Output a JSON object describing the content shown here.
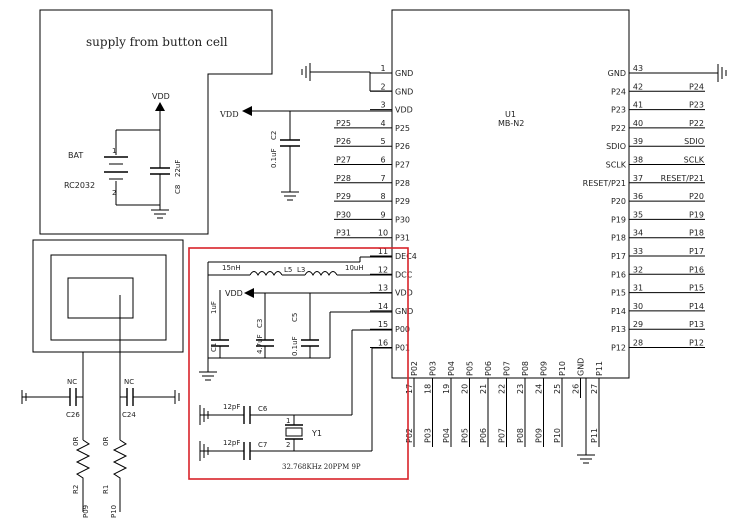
{
  "supply_label": "supply from button cell",
  "module": {
    "ref": "U1",
    "part": "MB-N2"
  },
  "left_pins": [
    {
      "num": "1",
      "name": "GND",
      "net": ""
    },
    {
      "num": "2",
      "name": "GND",
      "net": ""
    },
    {
      "num": "3",
      "name": "VDD",
      "net": ""
    },
    {
      "num": "4",
      "name": "P25",
      "net": "P25"
    },
    {
      "num": "5",
      "name": "P26",
      "net": "P26"
    },
    {
      "num": "6",
      "name": "P27",
      "net": "P27"
    },
    {
      "num": "7",
      "name": "P28",
      "net": "P28"
    },
    {
      "num": "8",
      "name": "P29",
      "net": "P29"
    },
    {
      "num": "9",
      "name": "P30",
      "net": "P30"
    },
    {
      "num": "10",
      "name": "P31",
      "net": "P31"
    },
    {
      "num": "11",
      "name": "DEC4",
      "net": ""
    },
    {
      "num": "12",
      "name": "DCC",
      "net": ""
    },
    {
      "num": "13",
      "name": "VDD",
      "net": ""
    },
    {
      "num": "14",
      "name": "GND",
      "net": ""
    },
    {
      "num": "15",
      "name": "P00",
      "net": ""
    },
    {
      "num": "16",
      "name": "P01",
      "net": ""
    }
  ],
  "right_pins": [
    {
      "num": "43",
      "name": "GND",
      "net": ""
    },
    {
      "num": "42",
      "name": "P24",
      "net": "P24"
    },
    {
      "num": "41",
      "name": "P23",
      "net": "P23"
    },
    {
      "num": "40",
      "name": "P22",
      "net": "P22"
    },
    {
      "num": "39",
      "name": "SDIO",
      "net": "SDIO"
    },
    {
      "num": "38",
      "name": "SCLK",
      "net": "SCLK"
    },
    {
      "num": "37",
      "name": "RESET/P21",
      "net": "RESET/P21"
    },
    {
      "num": "36",
      "name": "P20",
      "net": "P20"
    },
    {
      "num": "35",
      "name": "P19",
      "net": "P19"
    },
    {
      "num": "34",
      "name": "P18",
      "net": "P18"
    },
    {
      "num": "33",
      "name": "P17",
      "net": "P17"
    },
    {
      "num": "32",
      "name": "P16",
      "net": "P16"
    },
    {
      "num": "31",
      "name": "P15",
      "net": "P15"
    },
    {
      "num": "30",
      "name": "P14",
      "net": "P14"
    },
    {
      "num": "29",
      "name": "P13",
      "net": "P13"
    },
    {
      "num": "28",
      "name": "P12",
      "net": "P12"
    }
  ],
  "bottom_pins": [
    {
      "num": "17",
      "name": "P02",
      "net": "P02"
    },
    {
      "num": "18",
      "name": "P03",
      "net": "P03"
    },
    {
      "num": "19",
      "name": "P04",
      "net": "P04"
    },
    {
      "num": "20",
      "name": "P05",
      "net": "P05"
    },
    {
      "num": "21",
      "name": "P06",
      "net": "P06"
    },
    {
      "num": "22",
      "name": "P07",
      "net": "P07"
    },
    {
      "num": "23",
      "name": "P08",
      "net": "P08"
    },
    {
      "num": "24",
      "name": "P09",
      "net": "P09"
    },
    {
      "num": "25",
      "name": "P10",
      "net": "P10"
    },
    {
      "num": "26",
      "name": "GND",
      "net": ""
    },
    {
      "num": "27",
      "name": "P11",
      "net": "P11"
    }
  ],
  "vdd": "VDD",
  "battery": {
    "label": "BAT",
    "part": "RC2032",
    "plus": "1",
    "minus": "2"
  },
  "c8": {
    "ref": "C8",
    "value": "22uF"
  },
  "c2": {
    "ref": "C2",
    "value": "0.1uF"
  },
  "l5": {
    "ref": "L5",
    "value": "15nH"
  },
  "l3": {
    "ref": "L3",
    "value": "10uH"
  },
  "c1": {
    "ref": "C1",
    "value": "1uF"
  },
  "c3": {
    "ref": "C3",
    "value": "4.7uF"
  },
  "c5": {
    "ref": "C5",
    "value": "0.1uF"
  },
  "c6": {
    "ref": "C6",
    "value": "12pF"
  },
  "c7": {
    "ref": "C7",
    "value": "12pF"
  },
  "y1": {
    "ref": "Y1",
    "pin1": "1",
    "pin2": "2",
    "desc": "32.768KHz 20PPM 9P"
  },
  "c26": {
    "ref": "C26",
    "value": "NC"
  },
  "c24": {
    "ref": "C24",
    "value": "NC"
  },
  "r2": {
    "ref": "R2",
    "value": "0R",
    "net": "P09"
  },
  "r1": {
    "ref": "R1",
    "value": "0R",
    "net": "P10"
  }
}
